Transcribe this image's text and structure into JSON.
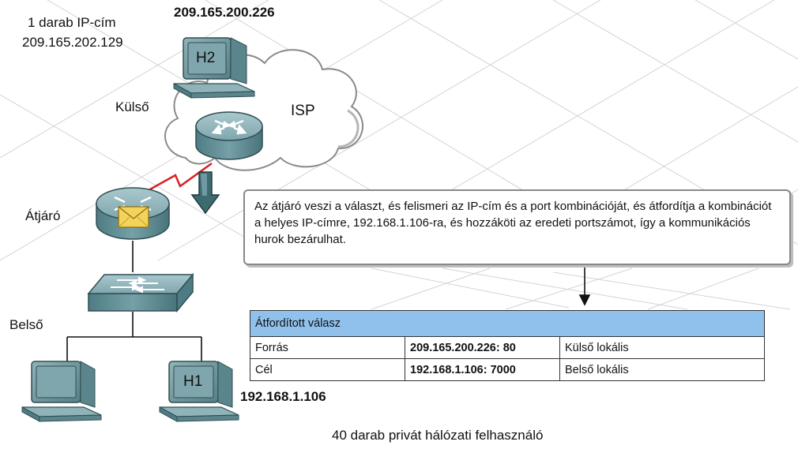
{
  "labels": {
    "public_ip_count": "1 darab IP-cím",
    "public_ip": "209.165.202.129",
    "h2_ip": "209.165.200.226",
    "outside": "Külső",
    "isp": "ISP",
    "gateway": "Átjáró",
    "inside": "Belső",
    "h1_ip": "192.168.1.106",
    "footer": "40 darab privát hálózati felhasználó"
  },
  "hosts": {
    "h2": "H2",
    "h1": "H1"
  },
  "callout": {
    "text": "Az átjáró veszi a választ, és felismeri az IP-cím és a port kombinációját, és átfordítja a kombinációt a helyes IP-címre, 192.168.1.106-ra, és hozzáköti az eredeti portszámot, így a kommunikációs hurok bezárulhat."
  },
  "table": {
    "title": "Átfordított válasz",
    "rows": [
      {
        "label": "Forrás",
        "address": "209.165.200.226: 80",
        "scope": "Külső lokális"
      },
      {
        "label": "Cél",
        "address": "192.168.1.106: 7000",
        "scope": "Belső lokális"
      }
    ]
  },
  "colors": {
    "device_teal": "#6f9aa3",
    "table_header": "#8fc1ec",
    "serial_link": "#d92020",
    "down_arrow": "#3d6b70"
  }
}
